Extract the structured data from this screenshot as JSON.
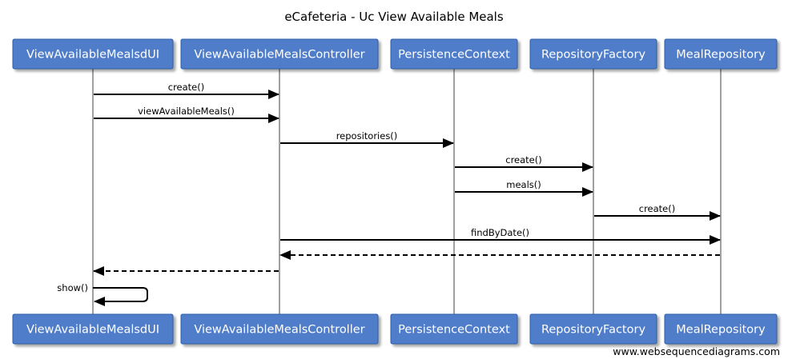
{
  "title": "eCafeteria - Uc View Available Meals",
  "watermark": "www.websequencediagrams.com",
  "colors": {
    "actor_fill": "#4f7dc9",
    "actor_border": "#2e5ea8",
    "actor_text": "#ffffff",
    "lifeline": "#888888",
    "arrow": "#000000"
  },
  "participants": [
    {
      "id": "ui",
      "label": "ViewAvailableMealsdUI"
    },
    {
      "id": "ctrl",
      "label": "ViewAvailableMealsController"
    },
    {
      "id": "pc",
      "label": "PersistenceContext"
    },
    {
      "id": "rf",
      "label": "RepositoryFactory"
    },
    {
      "id": "mr",
      "label": "MealRepository"
    }
  ],
  "messages": [
    {
      "from": "ui",
      "to": "ctrl",
      "label": "create()",
      "style": "solid"
    },
    {
      "from": "ui",
      "to": "ctrl",
      "label": "viewAvailableMeals()",
      "style": "solid"
    },
    {
      "from": "ctrl",
      "to": "pc",
      "label": "repositories()",
      "style": "solid"
    },
    {
      "from": "pc",
      "to": "rf",
      "label": "create()",
      "style": "solid"
    },
    {
      "from": "pc",
      "to": "rf",
      "label": "meals()",
      "style": "solid"
    },
    {
      "from": "rf",
      "to": "mr",
      "label": "create()",
      "style": "solid"
    },
    {
      "from": "ctrl",
      "to": "mr",
      "label": "findByDate()",
      "style": "solid"
    },
    {
      "from": "mr",
      "to": "ctrl",
      "label": "",
      "style": "dashed"
    },
    {
      "from": "ctrl",
      "to": "ui",
      "label": "",
      "style": "dashed"
    },
    {
      "from": "ui",
      "to": "ui",
      "label": "show()",
      "style": "solid"
    }
  ]
}
